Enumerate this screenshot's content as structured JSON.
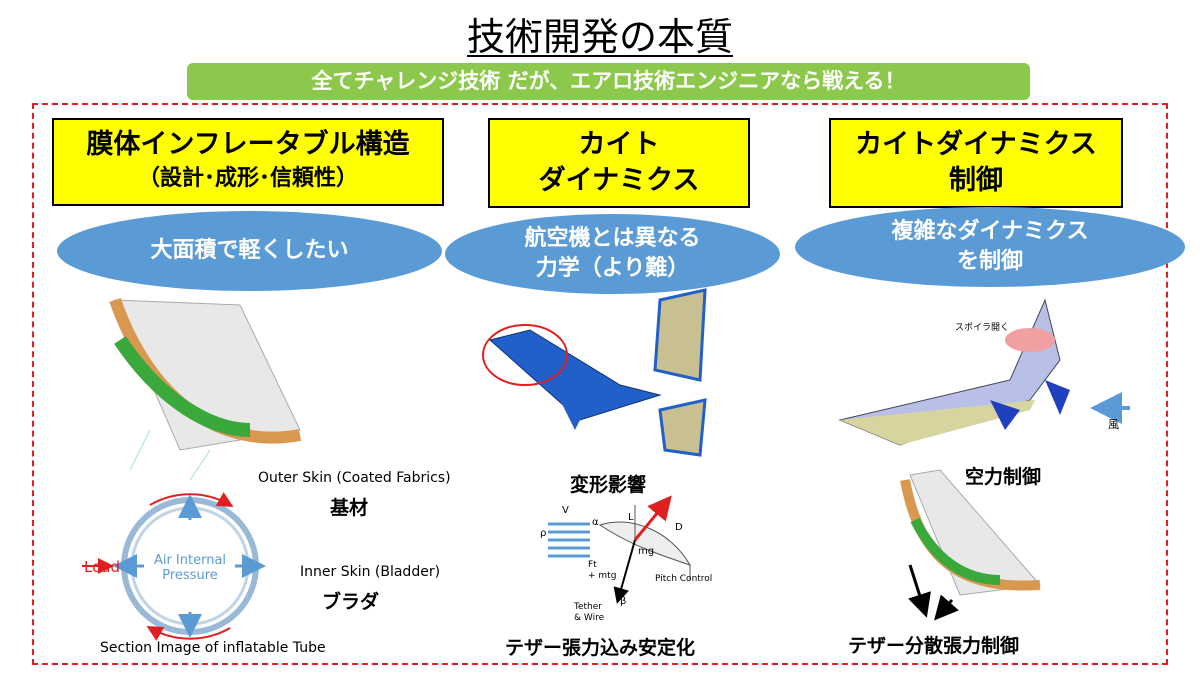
{
  "title": "技術開発の本質",
  "banner": "全てチャレンジ技術 だが、エアロ技術エンジニアなら戦える！",
  "col1": {
    "heading_line1": "膜体インフレータブル構造",
    "heading_line2": "（設計･成形･信頼性）",
    "oval": "大面積で軽くしたい",
    "outer_skin": "Outer Skin (Coated Fabrics)",
    "outer_skin_jp": "基材",
    "inner_skin": "Inner Skin (Bladder)",
    "inner_skin_jp": "ブラダ",
    "load": "Load",
    "pressure_line1": "Air Internal",
    "pressure_line2": "Pressure",
    "caption": "Section Image of inflatable Tube"
  },
  "col2": {
    "heading_line1": "カイト",
    "heading_line2": "ダイナミクス",
    "oval_line1": "航空機とは異なる",
    "oval_line2": "力学（より難）",
    "deform_label": "変形影響",
    "tether_label": "テザー張力込み安定化",
    "diagram": {
      "v": "V",
      "rho": "ρ",
      "alpha": "α",
      "L": "L",
      "D": "D",
      "mg": "mg",
      "ft_line1": "Ft",
      "ft_line2": "+ mtg",
      "pitch": "Pitch Control",
      "tether_line1": "Tether",
      "tether_line2": "& Wire",
      "beta": "β"
    }
  },
  "col3": {
    "heading_line1": "カイトダイナミクス",
    "heading_line2": "制御",
    "oval_line1": "複雑なダイナミクス",
    "oval_line2": "を制御",
    "spoiler": "スポイラ開く",
    "wind": "風",
    "aero_label": "空力制御",
    "tether_label": "テザー分散張力制御"
  },
  "colors": {
    "banner": "#8cc84b",
    "oval": "#5b9bd5",
    "heading_box": "#ffff00",
    "dashed_border": "#e02020",
    "kite_frame": "#e0a060",
    "kite_bladder": "#3aa83a",
    "wing_blue": "#2060c8"
  }
}
